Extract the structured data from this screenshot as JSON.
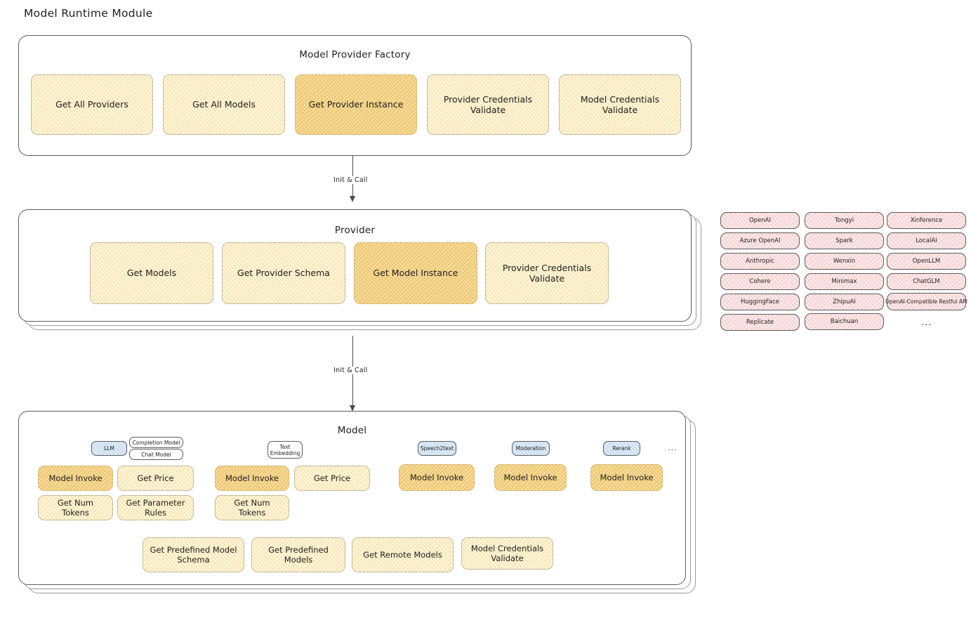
{
  "page": {
    "title": "Model Runtime Module"
  },
  "factory_panel": {
    "title": "Model Provider Factory",
    "nodes": [
      {
        "label": "Get All Providers",
        "highlight": false
      },
      {
        "label": "Get All Models",
        "highlight": false
      },
      {
        "label": "Get Provider Instance",
        "highlight": true
      },
      {
        "label": "Provider Credentials Validate",
        "highlight": false
      },
      {
        "label": "Model Credentials Validate",
        "highlight": false
      }
    ]
  },
  "arrow_1": {
    "label": "Init & Call"
  },
  "provider_panel": {
    "title": "Provider",
    "nodes": [
      {
        "label": "Get Models",
        "highlight": false
      },
      {
        "label": "Get Provider Schema",
        "highlight": false
      },
      {
        "label": "Get Model Instance",
        "highlight": true
      },
      {
        "label": "Provider Credentials Validate",
        "highlight": false
      }
    ]
  },
  "provider_list": {
    "columns": [
      [
        "OpenAI",
        "Azure OpenAI",
        "Anthropic",
        "Cohere",
        "HuggingFace",
        "Replicate"
      ],
      [
        "Tongyi",
        "Spark",
        "Wenxin",
        "Minimax",
        "ZhipuAI",
        "Baichuan"
      ],
      [
        "Xinference",
        "LocalAI",
        "OpenLLM",
        "ChatGLM",
        "OpenAI-Compatible Restful API"
      ]
    ],
    "more": "..."
  },
  "arrow_2": {
    "label": "Init & Call"
  },
  "model_panel": {
    "title": "Model",
    "more": "...",
    "types": [
      {
        "name": "LLM",
        "style": "blue",
        "subtypes": [
          "Completion Model",
          "Chat Model"
        ]
      },
      {
        "name": "Text Embedding",
        "style": "plain",
        "subtypes": []
      },
      {
        "name": "Speech2text",
        "style": "blue",
        "subtypes": []
      },
      {
        "name": "Moderation",
        "style": "blue",
        "subtypes": []
      },
      {
        "name": "Rerank",
        "style": "blue",
        "subtypes": []
      }
    ],
    "columns": [
      {
        "ops": [
          {
            "label": "Model Invoke",
            "highlight": true
          },
          {
            "label": "Get Price",
            "highlight": false
          },
          {
            "label": "Get Num Tokens",
            "highlight": false
          },
          {
            "label": "Get Parameter Rules",
            "highlight": false
          }
        ]
      },
      {
        "ops": [
          {
            "label": "Model Invoke",
            "highlight": true
          },
          {
            "label": "Get Price",
            "highlight": false
          },
          {
            "label": "Get Num Tokens",
            "highlight": false
          }
        ]
      },
      {
        "ops": [
          {
            "label": "Model Invoke",
            "highlight": true
          }
        ]
      },
      {
        "ops": [
          {
            "label": "Model Invoke",
            "highlight": true
          }
        ]
      },
      {
        "ops": [
          {
            "label": "Model Invoke",
            "highlight": true
          }
        ]
      }
    ],
    "shared_ops": [
      {
        "label": "Get Predefined Model Schema"
      },
      {
        "label": "Get Predefined Models"
      },
      {
        "label": "Get Remote Models"
      },
      {
        "label": "Model Credentials Validate"
      }
    ]
  },
  "colors": {
    "node_fill": "#fdf6dd",
    "node_highlight_fill": "#f8dfa4",
    "pill_fill": "#fdeaea",
    "badge_fill": "#ddeaf7",
    "stroke": "#5c5c5c",
    "text": "#1e1e1e"
  }
}
